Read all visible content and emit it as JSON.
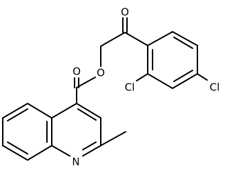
{
  "molecule": {
    "atoms": {
      "ketone_oxygen": "O",
      "ester_oxygen": "O",
      "carbonyl_oxygen": "O",
      "chlorine_ortho": "Cl",
      "chlorine_para": "Cl",
      "ring_nitrogen": "N"
    }
  }
}
